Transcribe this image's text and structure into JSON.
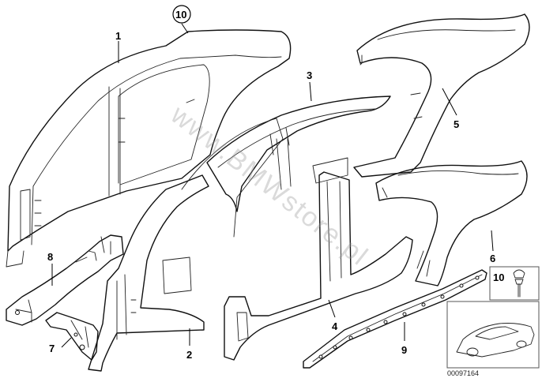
{
  "labels": {
    "p1": "1",
    "p2": "2",
    "p3": "3",
    "p4": "4",
    "p5": "5",
    "p6": "6",
    "p7": "7",
    "p8": "8",
    "p9": "9",
    "p10_circled": "10",
    "p10_inset": "10"
  },
  "image_code": "00097164",
  "watermark": "www.BMWstore.pl"
}
